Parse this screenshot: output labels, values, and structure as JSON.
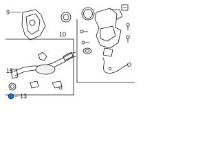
{
  "callouts": {
    "c9": "9",
    "c10": "10",
    "c13": "13",
    "c15": "15"
  },
  "colors": {
    "line": "#111111",
    "highlight": "#1a6fd6",
    "background": "#ffffff"
  }
}
